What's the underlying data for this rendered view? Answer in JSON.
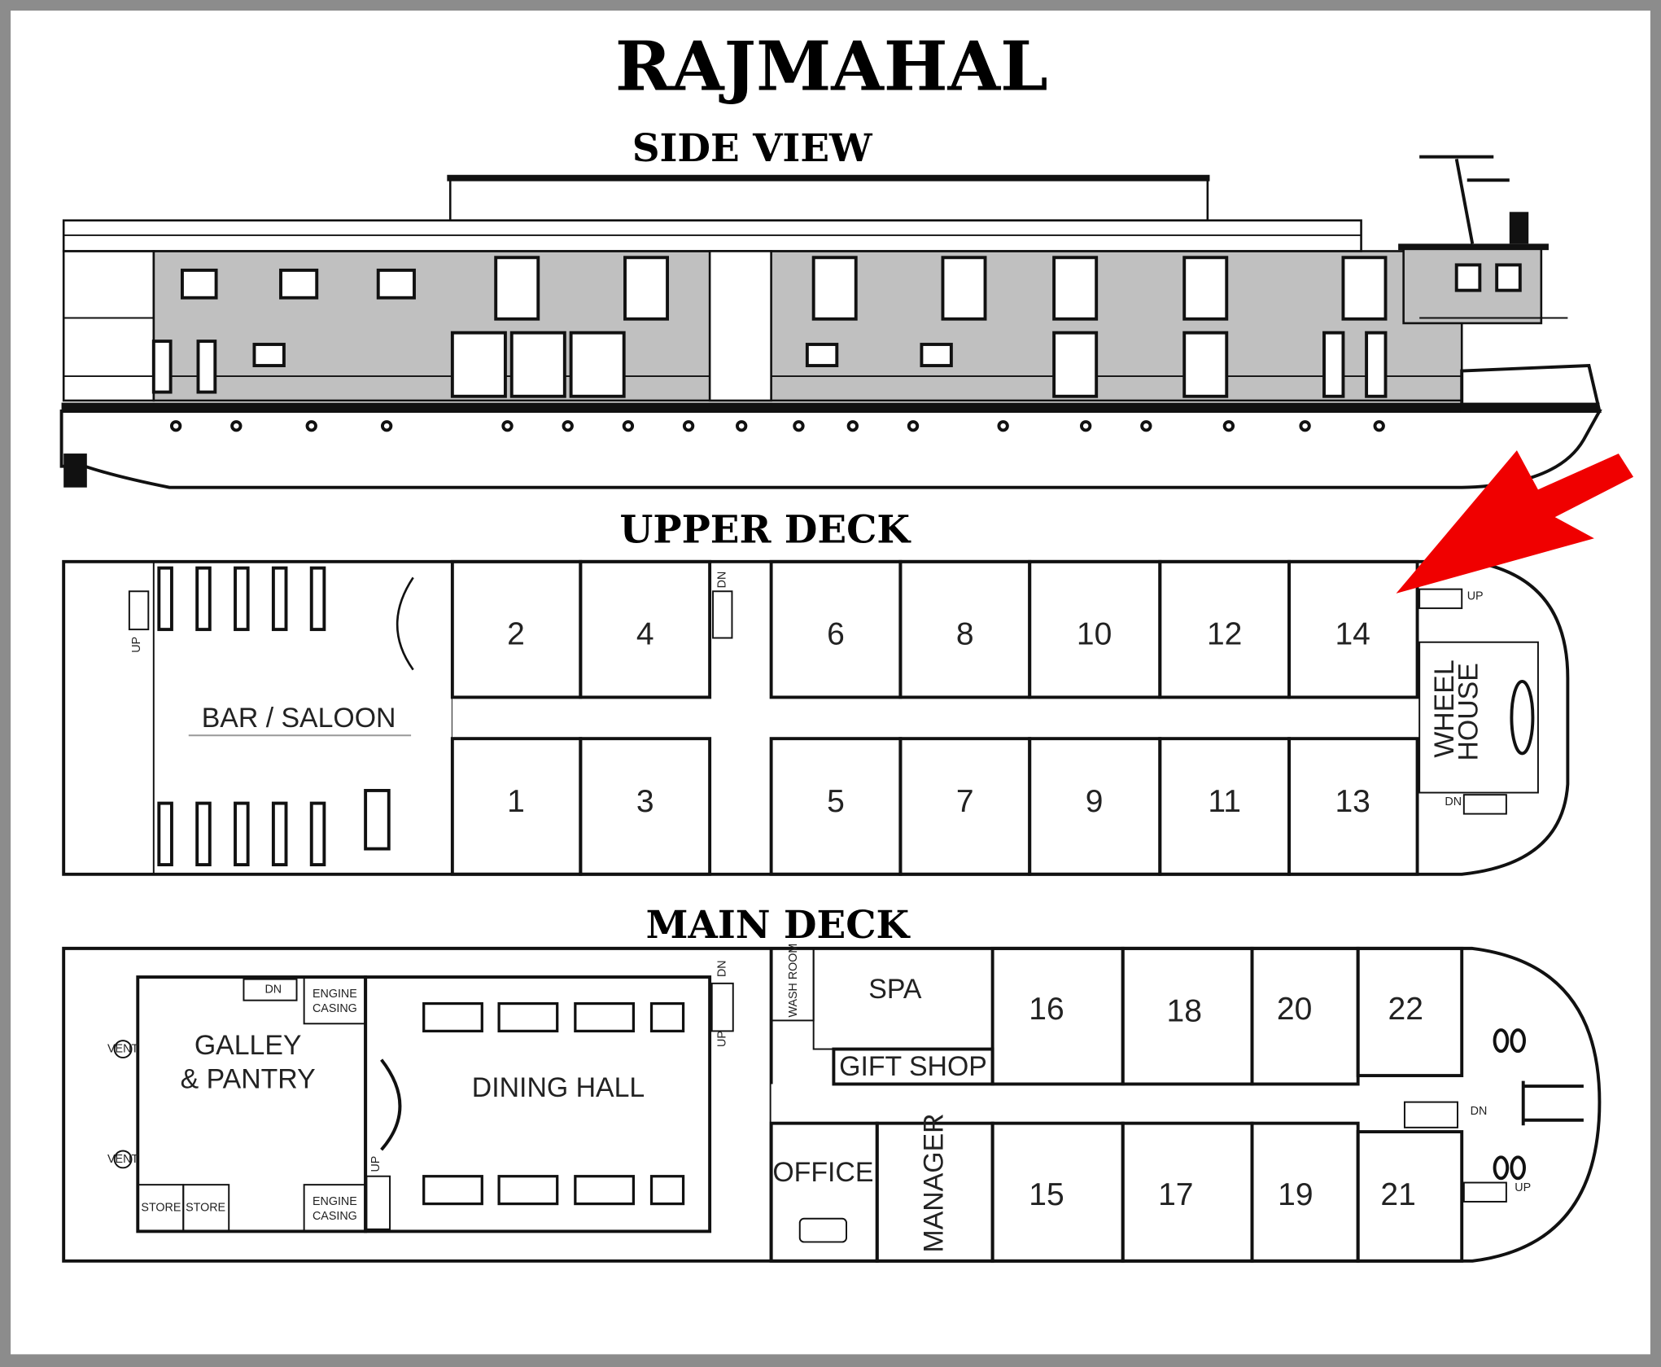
{
  "title": "RAJMAHAL",
  "sections": {
    "side_view": "SIDE VIEW",
    "upper_deck": "UPPER DECK",
    "main_deck": "MAIN DECK"
  },
  "colors": {
    "standard_cabin": "#ED7D31",
    "suite_cabin": "#857BB5",
    "superstructure": "#C0C0C0",
    "arrow": "#F00000"
  },
  "upper_deck": {
    "rooms": {
      "bar_saloon": "BAR / SALOON",
      "wheel_house_1": "WHEEL",
      "wheel_house_2": "HOUSE"
    },
    "stairs": {
      "up": "UP",
      "dn": "DN"
    },
    "cabins_top": [
      "2",
      "4",
      "6",
      "8",
      "10",
      "12",
      "14"
    ],
    "cabins_bottom": [
      "1",
      "3",
      "5",
      "7",
      "9",
      "11",
      "13"
    ]
  },
  "main_deck": {
    "rooms": {
      "galley_1": "GALLEY",
      "galley_2": "& PANTRY",
      "dining_hall": "DINING HALL",
      "spa": "SPA",
      "gift_shop": "GIFT SHOP",
      "office": "OFFICE",
      "manager": "MANAGER",
      "wash_room": "WASH ROOM",
      "store": "STORE",
      "engine_casing_1": "ENGINE",
      "engine_casing_2": "CASING",
      "vent": "VENT"
    },
    "stairs": {
      "up": "UP",
      "dn": "DN"
    },
    "cabins_top": [
      "16",
      "18",
      "20",
      "22"
    ],
    "cabins_bottom": [
      "15",
      "17",
      "19",
      "21"
    ]
  }
}
